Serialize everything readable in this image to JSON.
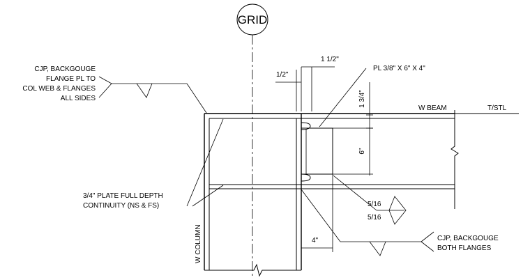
{
  "grid": {
    "label": "GRID"
  },
  "notes": {
    "cjp_flange_pl": [
      "CJP, BACKGOUGE",
      "FLANGE PL TO",
      "COL WEB & FLANGES",
      "ALL SIDES"
    ],
    "continuity_plate": [
      "3/4\" PLATE FULL DEPTH",
      "CONTINUITY (NS & FS)"
    ],
    "cjp_both_flanges": [
      "CJP, BACKGOUGE",
      "BOTH FLANGES"
    ],
    "shear_plate": "PL 3/8\" X 6\" X 4\""
  },
  "members": {
    "beam": "W BEAM",
    "column": "W COLUMN",
    "top_of_steel": "T/STL"
  },
  "dimensions": {
    "gap_width": "1 1/2\"",
    "gap_offset": "1/2\"",
    "plate_top_offset": "1 3/4\"",
    "plate_depth": "6\"",
    "plate_length": "4\""
  },
  "weld": {
    "size_top": "5/16",
    "size_bottom": "5/16"
  }
}
